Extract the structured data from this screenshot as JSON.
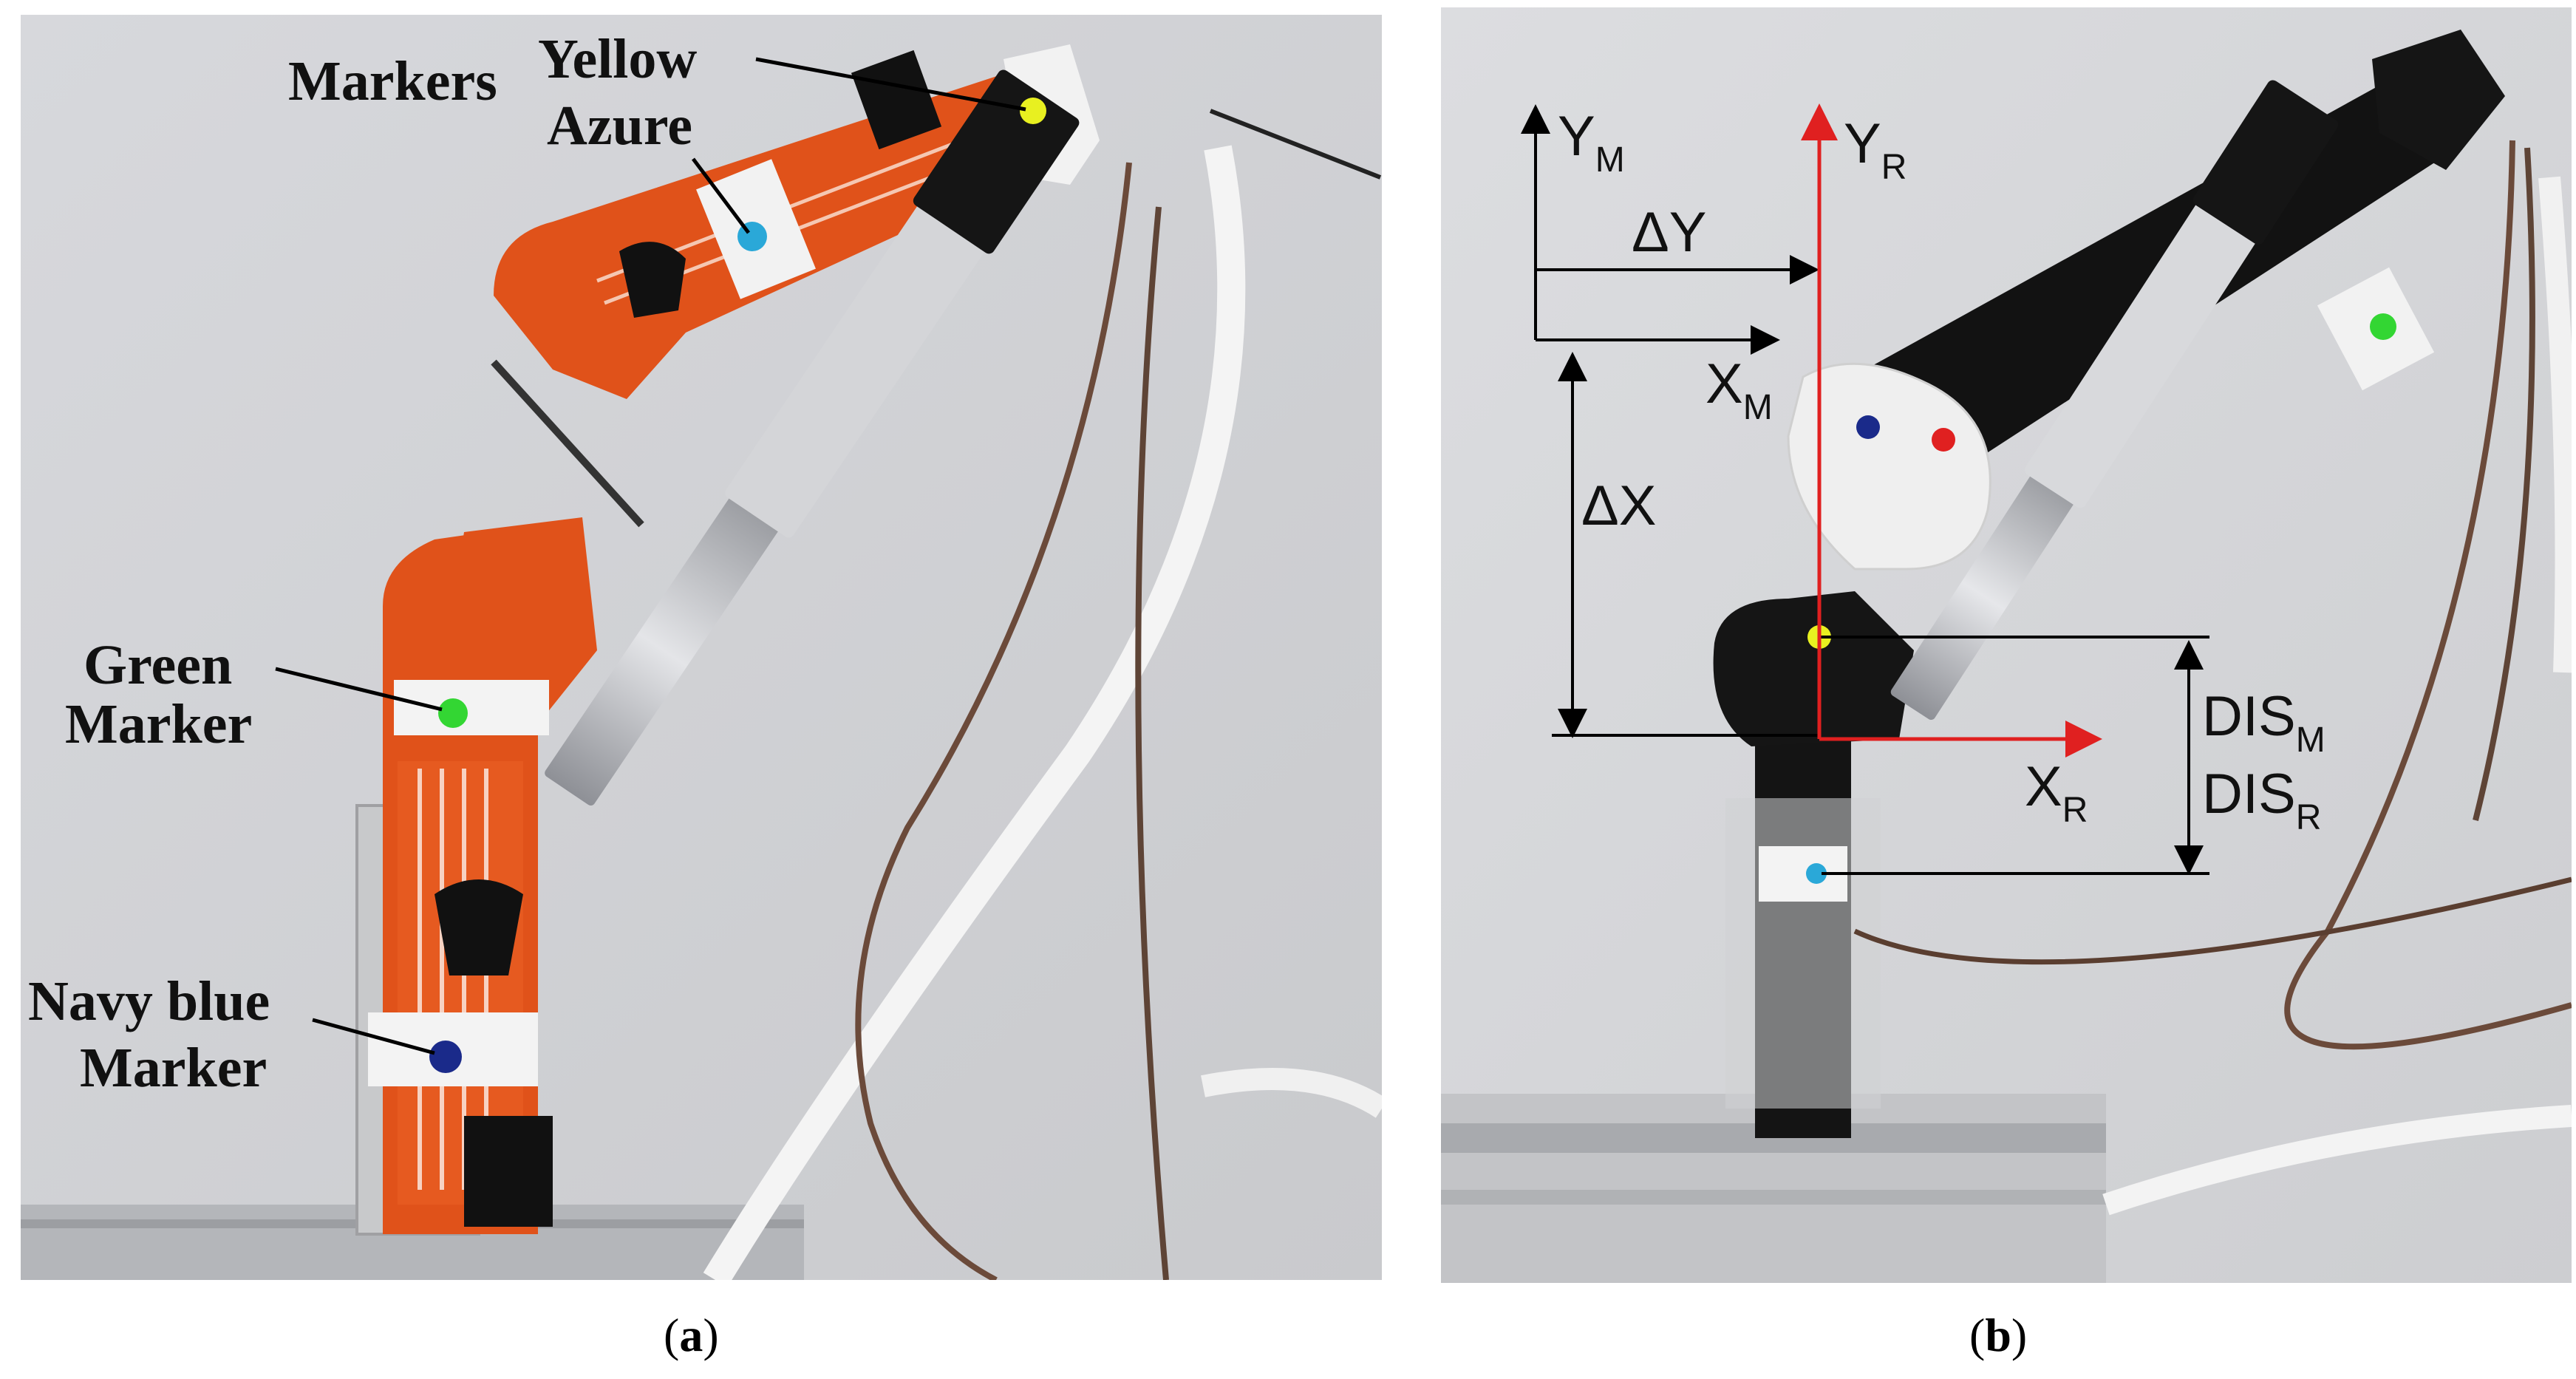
{
  "panel_a": {
    "labels": {
      "markers": "Markers",
      "yellow": "Yellow",
      "azure": "Azure",
      "green_line1": "Green",
      "green_line2": "Marker",
      "navy_line1": "Navy blue",
      "navy_line2": "Marker"
    },
    "caption_letter": "a"
  },
  "panel_b": {
    "axes": {
      "y_m": "Y",
      "y_m_sub": "M",
      "y_r": "Y",
      "y_r_sub": "R",
      "x_m": "X",
      "x_m_sub": "M",
      "x_r": "X",
      "x_r_sub": "R",
      "delta_y": "ΔY",
      "delta_x": "ΔX",
      "dis_m": "DIS",
      "dis_m_sub": "M",
      "dis_r": "DIS",
      "dis_r_sub": "R"
    },
    "caption_letter": "b"
  },
  "colors": {
    "orange": "#e85a1c",
    "marker_yellow": "#e8f020",
    "marker_azure": "#2aa8d8",
    "marker_green": "#33d633",
    "marker_navy": "#1a2a8a",
    "marker_red": "#e02020",
    "robot_axis": "#e02020"
  }
}
